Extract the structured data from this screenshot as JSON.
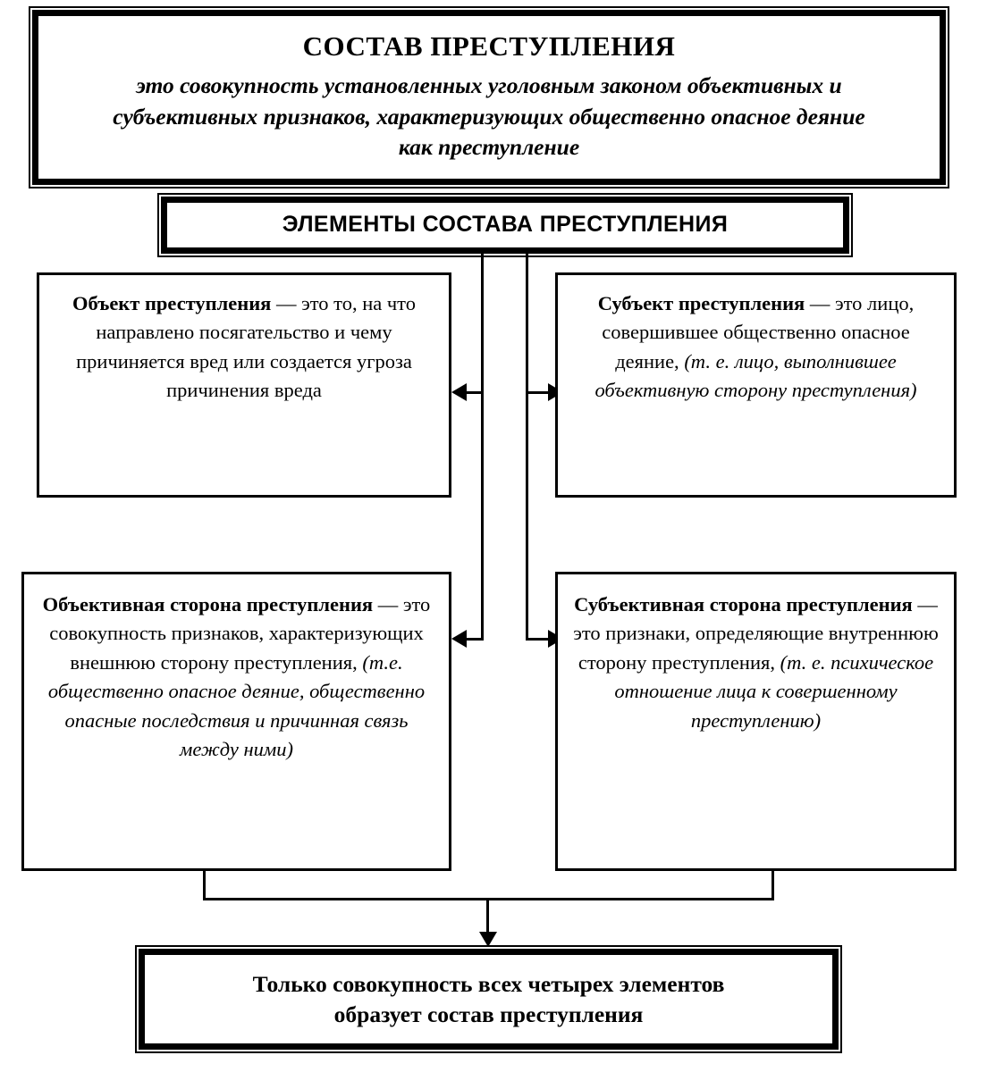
{
  "diagram": {
    "title_main": "СОСТАВ ПРЕСТУПЛЕНИЯ",
    "title_sub": "это совокупность установленных уголовным законом объективных и субъективных признаков, характеризующих общественно опасное деяние как преступление",
    "elements_header": "ЭЛЕМЕНТЫ СОСТАВА ПРЕСТУПЛЕНИЯ",
    "conclusion_line1": "Только совокупность всех четырех элементов",
    "conclusion_line2": "образует состав преступления",
    "boxes": [
      {
        "id": "object",
        "bold_lead": "Объект преступления",
        "body": " — это то, на что направлено посягательство и чему причиняется вред или создается угроза причинения вреда",
        "italic_tail": ""
      },
      {
        "id": "subject",
        "bold_lead": "Субъект преступления",
        "body": " — это лицо, совершившее общественно опасное деяние, ",
        "italic_tail": "(т. е. лицо, выполнившее объективную сторону преступления)"
      },
      {
        "id": "objective-side",
        "bold_lead": "Объективная сторона преступления",
        "body": " — это совокупность признаков, характеризующих внешнюю сторону преступления, ",
        "italic_tail": "(т.е. общественно опасное деяние, общественно опасные последствия и причинная связь между ними)"
      },
      {
        "id": "subjective-side",
        "bold_lead": "Субъективная сторона преступления",
        "body": " — это признаки, определяющие внутреннюю сторону преступления, ",
        "italic_tail": "(т. е. психическое отношение лица к совершенному преступлению)"
      }
    ],
    "colors": {
      "ink": "#000000",
      "paper": "#ffffff"
    }
  }
}
